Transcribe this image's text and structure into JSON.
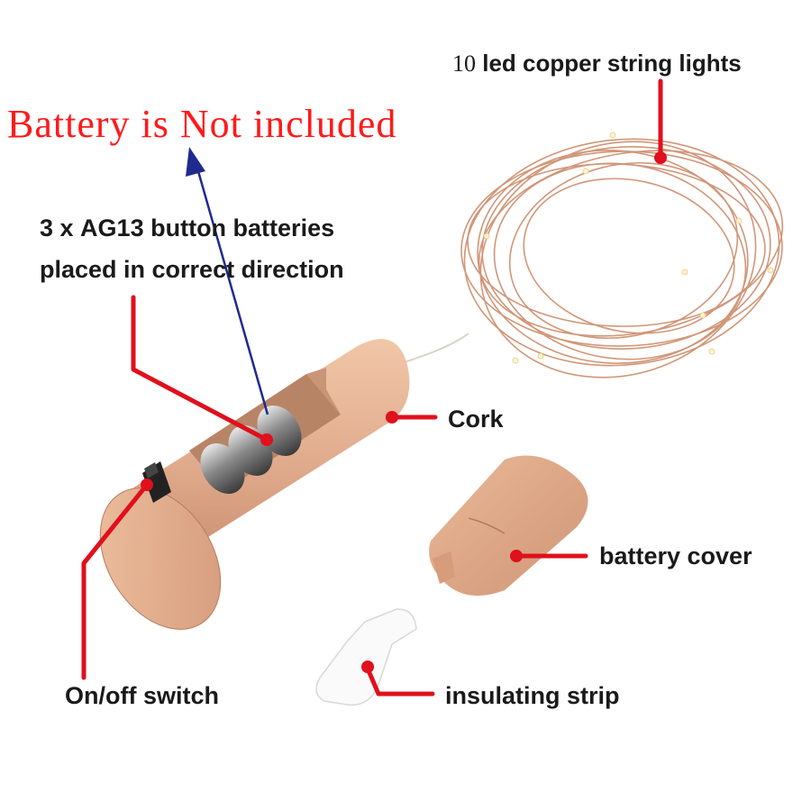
{
  "warning": "Battery is Not included",
  "labels": {
    "lights_num": "10",
    "lights_text": "led copper string lights",
    "batteries_line1_prefix": "3 x ",
    "batteries_line1_bold": "AG13",
    "batteries_line1_suffix": " button batteries",
    "batteries_line2": "placed in correct direction",
    "cork": "Cork",
    "battery_cover": "battery cover",
    "switch": "On/off switch",
    "strip": "insulating strip"
  },
  "colors": {
    "warning_text": "#ff1a1a",
    "callout_line": "#e0101c",
    "arrow": "#1f2a8f",
    "cork": "#e2ad8f",
    "copper_wire": "#c98461",
    "label_text": "#1a1a1a"
  }
}
